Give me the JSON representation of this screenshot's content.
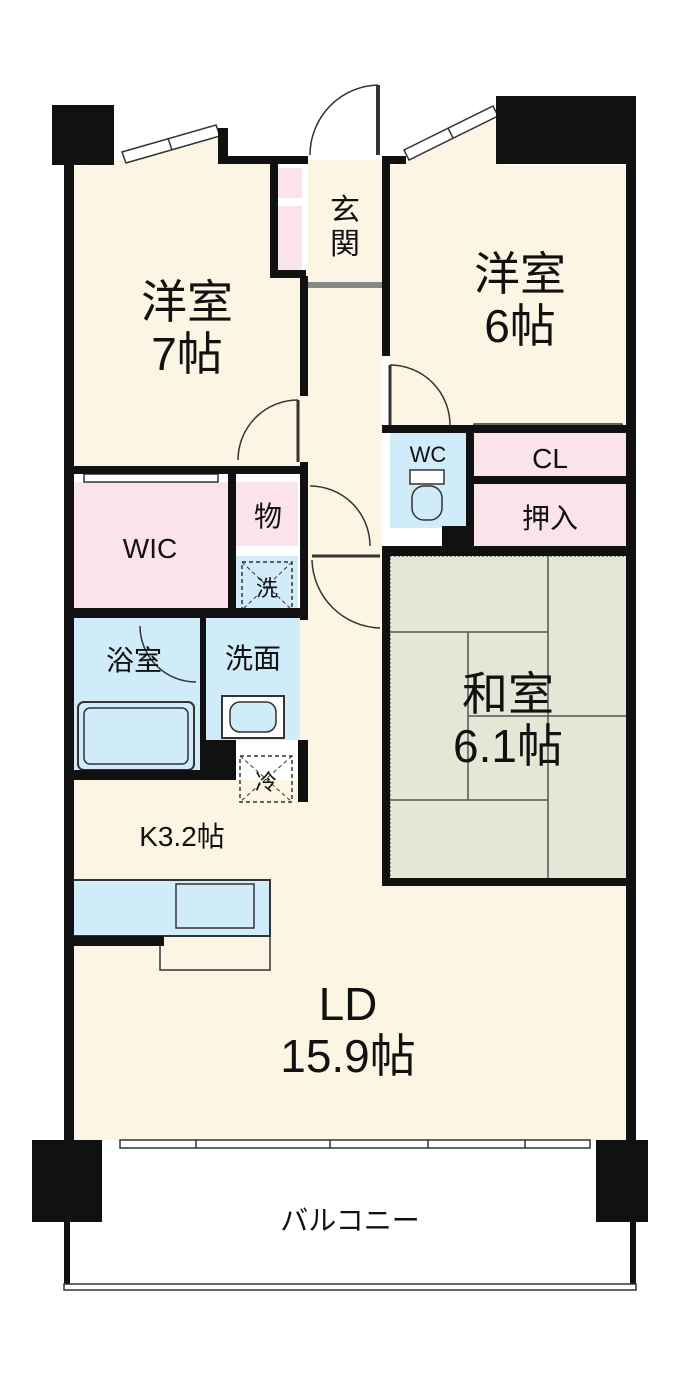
{
  "colors": {
    "wall": "#111111",
    "floor": "#fdf5e3",
    "storage": "#fbe3ec",
    "water": "#cfecf8",
    "tatami": "#e3e8d6",
    "balcony": "#ffffff"
  },
  "rooms": {
    "western_7": {
      "name": "洋室",
      "size": "7帖"
    },
    "western_6": {
      "name": "洋室",
      "size": "6帖"
    },
    "entrance": {
      "name_top": "玄",
      "name_bottom": "関"
    },
    "wc": {
      "name": "WC"
    },
    "cl": {
      "name": "CL"
    },
    "oshiire": {
      "name": "押入"
    },
    "wic": {
      "name": "WIC"
    },
    "mono": {
      "name": "物"
    },
    "washer": {
      "name": "洗"
    },
    "bath": {
      "name": "浴室"
    },
    "washroom": {
      "name": "洗面"
    },
    "fridge": {
      "name": "冷"
    },
    "japanese": {
      "name": "和室",
      "size": "6.1帖"
    },
    "kitchen": {
      "name": "K3.2帖"
    },
    "ld": {
      "name": "LD",
      "size": "15.9帖"
    },
    "balcony": {
      "name": "バルコニー"
    }
  }
}
